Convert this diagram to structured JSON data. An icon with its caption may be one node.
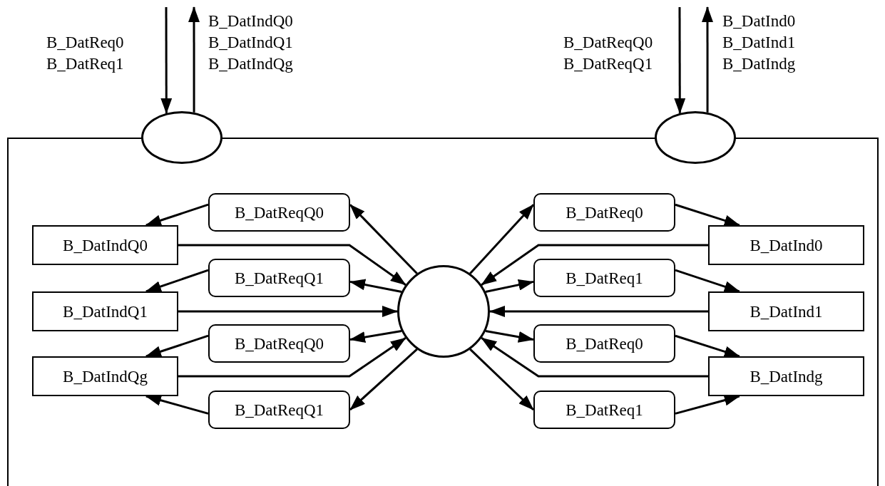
{
  "diagram": {
    "nodes": [
      {
        "text": [],
        "shape": "box"
      },
      {
        "text": [],
        "shape": "ellipse"
      },
      {
        "text": [],
        "shape": "ellipse"
      },
      {
        "text": [],
        "shape": "circle",
        "in": 0
      },
      {
        "text": [
          "B_DatReqQ0"
        ],
        "in": 0
      },
      {
        "text": [
          "B_DatIndQ0"
        ],
        "in": 0
      },
      {
        "text": [
          "B_DatReqQ1"
        ],
        "in": 0
      },
      {
        "text": [
          "B_DatIndQ1"
        ],
        "in": 0
      },
      {
        "text": [
          "B_DatReqQ0"
        ],
        "in": 0
      },
      {
        "text": [
          "B_DatIndQg"
        ],
        "in": 0
      },
      {
        "text": [
          "B_DatReqQ1"
        ],
        "in": 0
      },
      {
        "text": [
          "B_DatReq0"
        ],
        "in": 0
      },
      {
        "text": [
          "B_DatInd0"
        ],
        "in": 0
      },
      {
        "text": [
          "B_DatReq1"
        ],
        "in": 0
      },
      {
        "text": [
          "B_DatInd1"
        ],
        "in": 0
      },
      {
        "text": [
          "B_DatReq0"
        ],
        "in": 0
      },
      {
        "text": [
          "B_DatIndg"
        ],
        "in": 0
      },
      {
        "text": [
          "B_DatReq1"
        ],
        "in": 0
      }
    ],
    "edges": [
      {
        "from": null,
        "to": 1,
        "arrow": "to"
      },
      {
        "from": 1,
        "to": null,
        "arrow": "to"
      },
      {
        "from": null,
        "to": 2,
        "arrow": "to"
      },
      {
        "from": 2,
        "to": null,
        "arrow": "to"
      },
      {
        "from": 4,
        "to": 5,
        "arrow": "to"
      },
      {
        "from": 5,
        "to": 3,
        "arrow": "to"
      },
      {
        "from": 3,
        "to": 4,
        "arrow": "to"
      },
      {
        "from": 6,
        "to": 7,
        "arrow": "to"
      },
      {
        "from": 7,
        "to": 3,
        "arrow": "to"
      },
      {
        "from": 3,
        "to": 6,
        "arrow": "to"
      },
      {
        "from": 8,
        "to": 9,
        "arrow": "to"
      },
      {
        "from": 9,
        "to": 3,
        "arrow": "to"
      },
      {
        "from": 3,
        "to": 8,
        "arrow": "to"
      },
      {
        "from": 10,
        "to": 9,
        "arrow": "to"
      },
      {
        "from": 3,
        "to": 10,
        "arrow": "to"
      },
      {
        "from": 3,
        "to": 11,
        "arrow": "to"
      },
      {
        "from": 11,
        "to": 12,
        "arrow": "to"
      },
      {
        "from": 12,
        "to": 3,
        "arrow": "to"
      },
      {
        "from": 3,
        "to": 13,
        "arrow": "to"
      },
      {
        "from": 13,
        "to": 14,
        "arrow": "to"
      },
      {
        "from": 14,
        "to": 3,
        "arrow": "to"
      },
      {
        "from": 3,
        "to": 15,
        "arrow": "to"
      },
      {
        "from": 15,
        "to": 16,
        "arrow": "to"
      },
      {
        "from": 16,
        "to": 3,
        "arrow": "to"
      },
      {
        "from": 3,
        "to": 17,
        "arrow": "to"
      },
      {
        "from": 17,
        "to": 16,
        "arrow": "to"
      }
    ],
    "labels": [
      "B_DatReq0",
      "B_DatReq1",
      "B_DatIndQ0",
      "B_DatIndQ1",
      "B_DatIndQg",
      "B_DatReqQ0",
      "B_DatReqQ1",
      "B_DatInd0",
      "B_DatInd1",
      "B_DatIndg"
    ]
  }
}
